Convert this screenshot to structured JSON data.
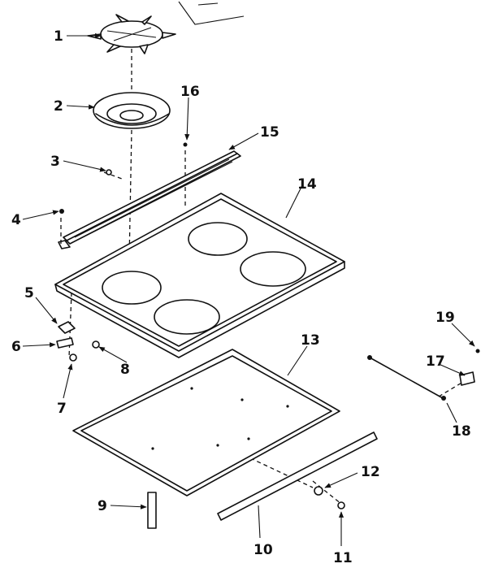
{
  "callouts": [
    {
      "id": "c1",
      "label": "1"
    },
    {
      "id": "c2",
      "label": "2"
    },
    {
      "id": "c3",
      "label": "3"
    },
    {
      "id": "c4",
      "label": "4"
    },
    {
      "id": "c5",
      "label": "5"
    },
    {
      "id": "c6",
      "label": "6"
    },
    {
      "id": "c7",
      "label": "7"
    },
    {
      "id": "c8",
      "label": "8"
    },
    {
      "id": "c9",
      "label": "9"
    },
    {
      "id": "c10",
      "label": "10"
    },
    {
      "id": "c11",
      "label": "11"
    },
    {
      "id": "c12",
      "label": "12"
    },
    {
      "id": "c13",
      "label": "13"
    },
    {
      "id": "c14",
      "label": "14"
    },
    {
      "id": "c15",
      "label": "15"
    },
    {
      "id": "c16",
      "label": "16"
    },
    {
      "id": "c17",
      "label": "17"
    },
    {
      "id": "c18",
      "label": "18"
    },
    {
      "id": "c19",
      "label": "19"
    }
  ],
  "line_color": "#111111",
  "background_color": "#ffffff"
}
